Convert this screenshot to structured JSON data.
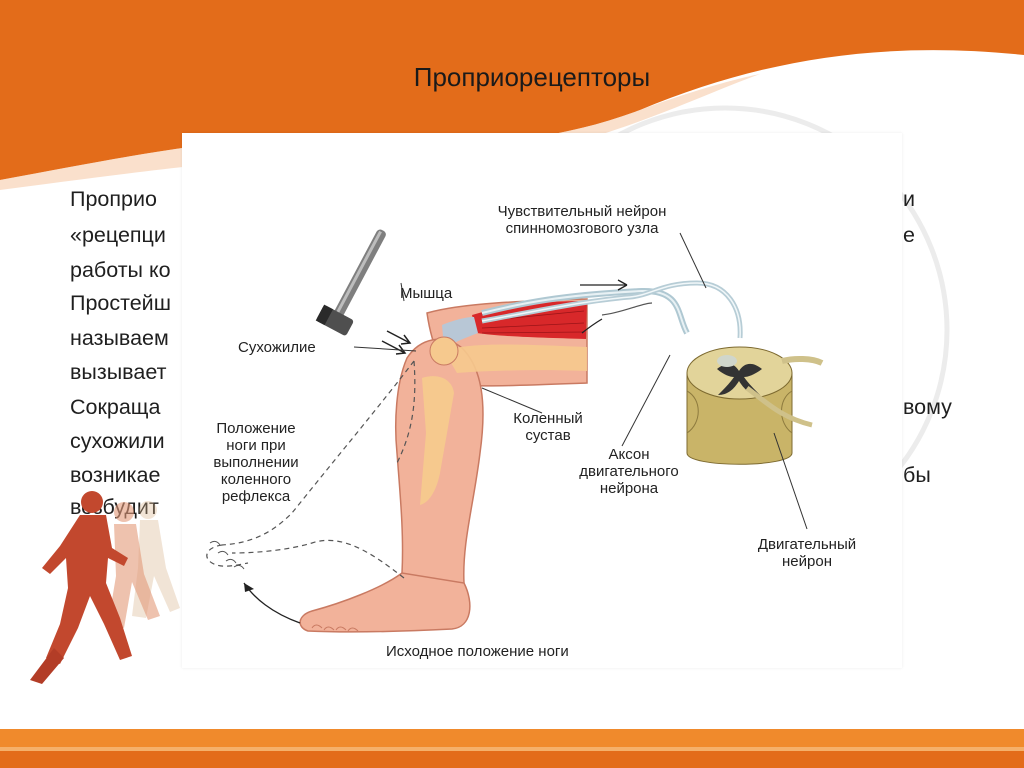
{
  "slide": {
    "title": "Проприорецепторы",
    "body_fragments": [
      {
        "left": "Проприо",
        "right": "и"
      },
      {
        "left": "«рецепци",
        "right": "е"
      },
      {
        "left": "работы ко",
        "right": ""
      },
      {
        "left": "Простейш",
        "right": ""
      },
      {
        "left": "называем",
        "right": ""
      },
      {
        "left": "вызывает",
        "right": ""
      },
      {
        "left": "Сокраща",
        "right": "вому"
      },
      {
        "left": "сухожили",
        "right": ""
      },
      {
        "left": "возникае",
        "right": "бы"
      },
      {
        "left": "возбудит",
        "right": ""
      }
    ]
  },
  "diagram": {
    "labels": {
      "sensory_neuron": [
        "Чувствительный нейрон",
        "спинномозгового узла"
      ],
      "muscle": "Мышца",
      "tendon": "Сухожилие",
      "knee_joint": [
        "Коленный",
        "сустав"
      ],
      "leg_position_reflex": [
        "Положение",
        "ноги при",
        "выполнении",
        "коленного",
        "рефлекса"
      ],
      "motor_axon": [
        "Аксон",
        "двигательного",
        "нейрона"
      ],
      "motor_neuron": [
        "Двигательный",
        "нейрон"
      ],
      "initial_leg_position": "Исходное положение ноги"
    }
  },
  "colors": {
    "orange_band": "#E36C1A",
    "footer_orange": "#F08A2C",
    "skin": "#F2B29A",
    "skin_dark": "#D97F66",
    "muscle_red": "#D8282A",
    "bone": "#F6C98E",
    "spinal_cord": "#D7C77E",
    "nerve": "#BFD5DD"
  }
}
